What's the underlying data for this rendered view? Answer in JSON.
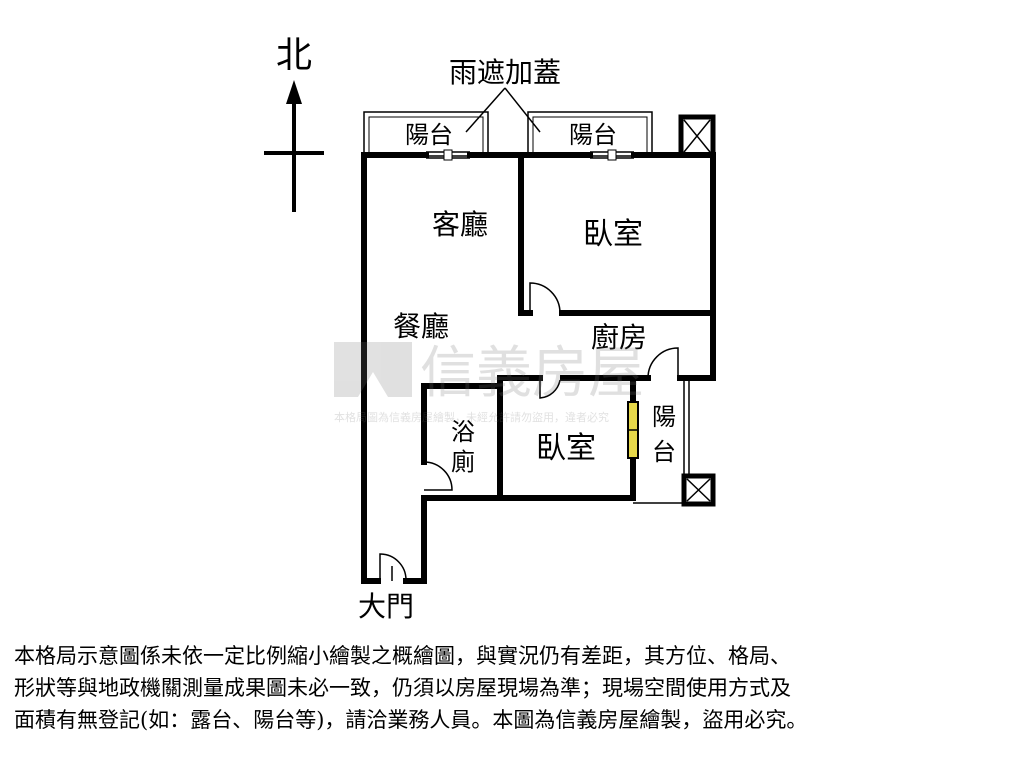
{
  "compass": {
    "north_label": "北"
  },
  "labels": {
    "canopy": "雨遮加蓋",
    "balcony_left": "陽台",
    "balcony_right": "陽台",
    "living_room": "客廳",
    "bedroom_main": "臥室",
    "dining_room": "餐廳",
    "kitchen": "廚房",
    "bathroom_line1": "浴",
    "bathroom_line2": "廁",
    "bedroom_second": "臥室",
    "balcony_east_line1": "陽",
    "balcony_east_line2": "台",
    "main_door": "大門"
  },
  "watermark": {
    "brand": "信義房屋",
    "notice": "本格局圖為信義房屋繪製，未經允許請勿盜用，違者必究"
  },
  "disclaimer": {
    "line1": "本格局示意圖係未依一定比例縮小繪製之概繪圖，與實況仍有差距，其方位、格局、",
    "line2": "形狀等與地政機關測量成果圖未必一致，仍須以房屋現場為準；現場空間使用方式及",
    "line3": "面積有無登記(如：露台、陽台等)，請洽業務人員。本圖為信義房屋繪製，盜用必究。"
  }
}
